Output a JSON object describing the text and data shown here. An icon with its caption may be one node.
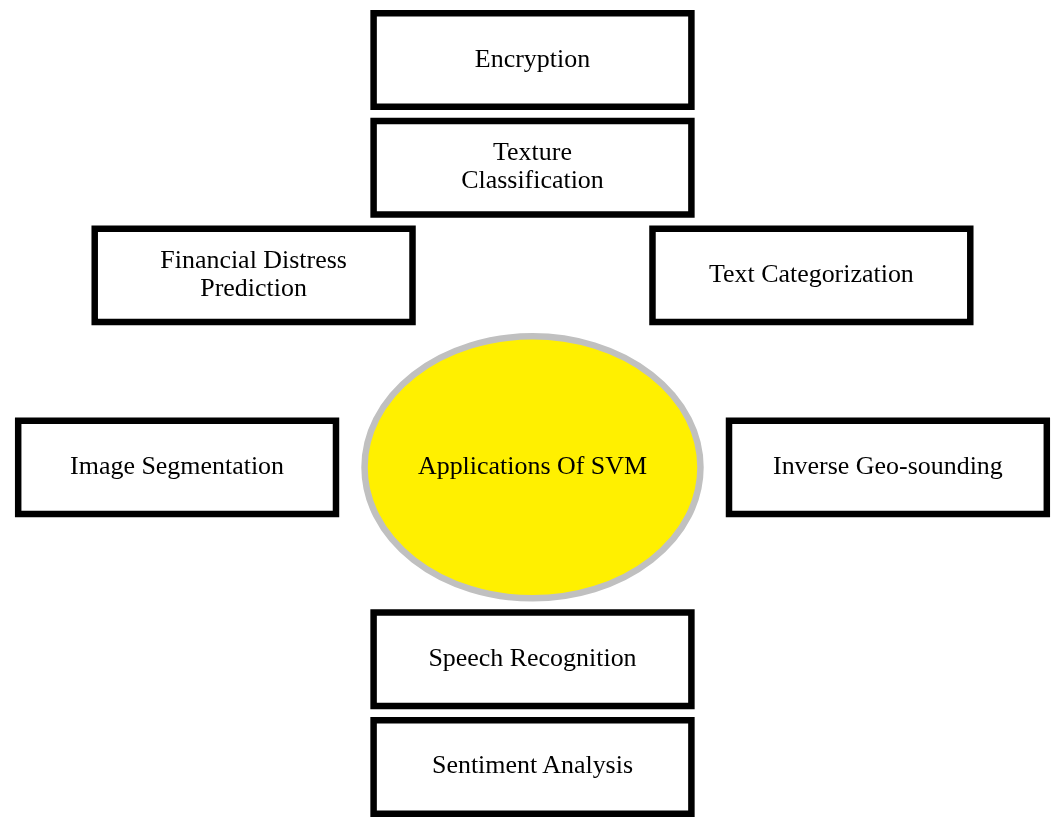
{
  "diagram": {
    "nodes": [
      {
        "text": [
          "Encryption"
        ]
      },
      {
        "text": [
          "Texture Classification"
        ]
      },
      {
        "text": [
          "Financial Distress Prediction"
        ]
      },
      {
        "text": [
          "Text Categorization"
        ]
      },
      {
        "text": [
          "Applications Of SVM"
        ]
      },
      {
        "text": [
          "Image Segmentation"
        ]
      },
      {
        "text": [
          "Inverse Geo-sounding"
        ]
      },
      {
        "text": [
          "Speech Recognition"
        ]
      },
      {
        "text": [
          "Sentiment Analysis"
        ]
      }
    ],
    "edges": []
  }
}
